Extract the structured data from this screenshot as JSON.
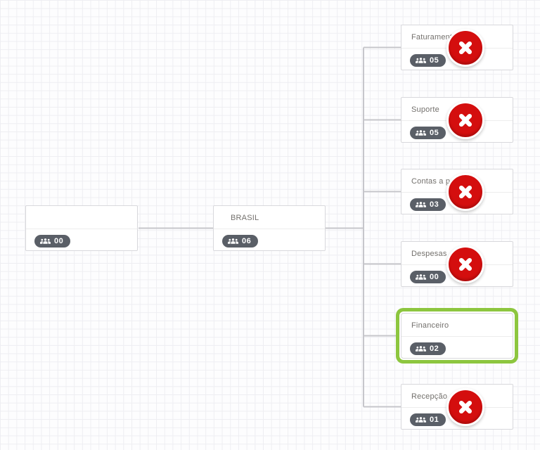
{
  "canvas": {
    "background": "#fdfdfe",
    "grid_line_color": "#eeeef2"
  },
  "palette": {
    "delete_red": "#d40e0e",
    "selected_green": "#8dc63f",
    "badge_background": "#5a6f67",
    "connector_line": "#c6c6cb",
    "card_border": "#d8d8dc",
    "title_text": "#73706c"
  },
  "chart": {
    "type": "org-chart",
    "root": {
      "title": "",
      "member_count": "00"
    },
    "parent": {
      "title": "BRASIL",
      "member_count": "06"
    },
    "children": [
      {
        "title": "Faturamento",
        "member_count": "05",
        "delete_button": true,
        "selected": false
      },
      {
        "title": "Suporte",
        "member_count": "05",
        "delete_button": true,
        "selected": false
      },
      {
        "title": "Contas a pagar",
        "member_count": "03",
        "delete_button": true,
        "selected": false
      },
      {
        "title": "Despesas",
        "member_count": "00",
        "delete_button": true,
        "selected": false
      },
      {
        "title": "Financeiro",
        "member_count": "02",
        "delete_button": false,
        "selected": true
      },
      {
        "title": "Recepção",
        "member_count": "01",
        "delete_button": true,
        "selected": false
      }
    ]
  },
  "icons": {
    "badge_icon": "users-icon",
    "delete_icon": "close-icon"
  }
}
